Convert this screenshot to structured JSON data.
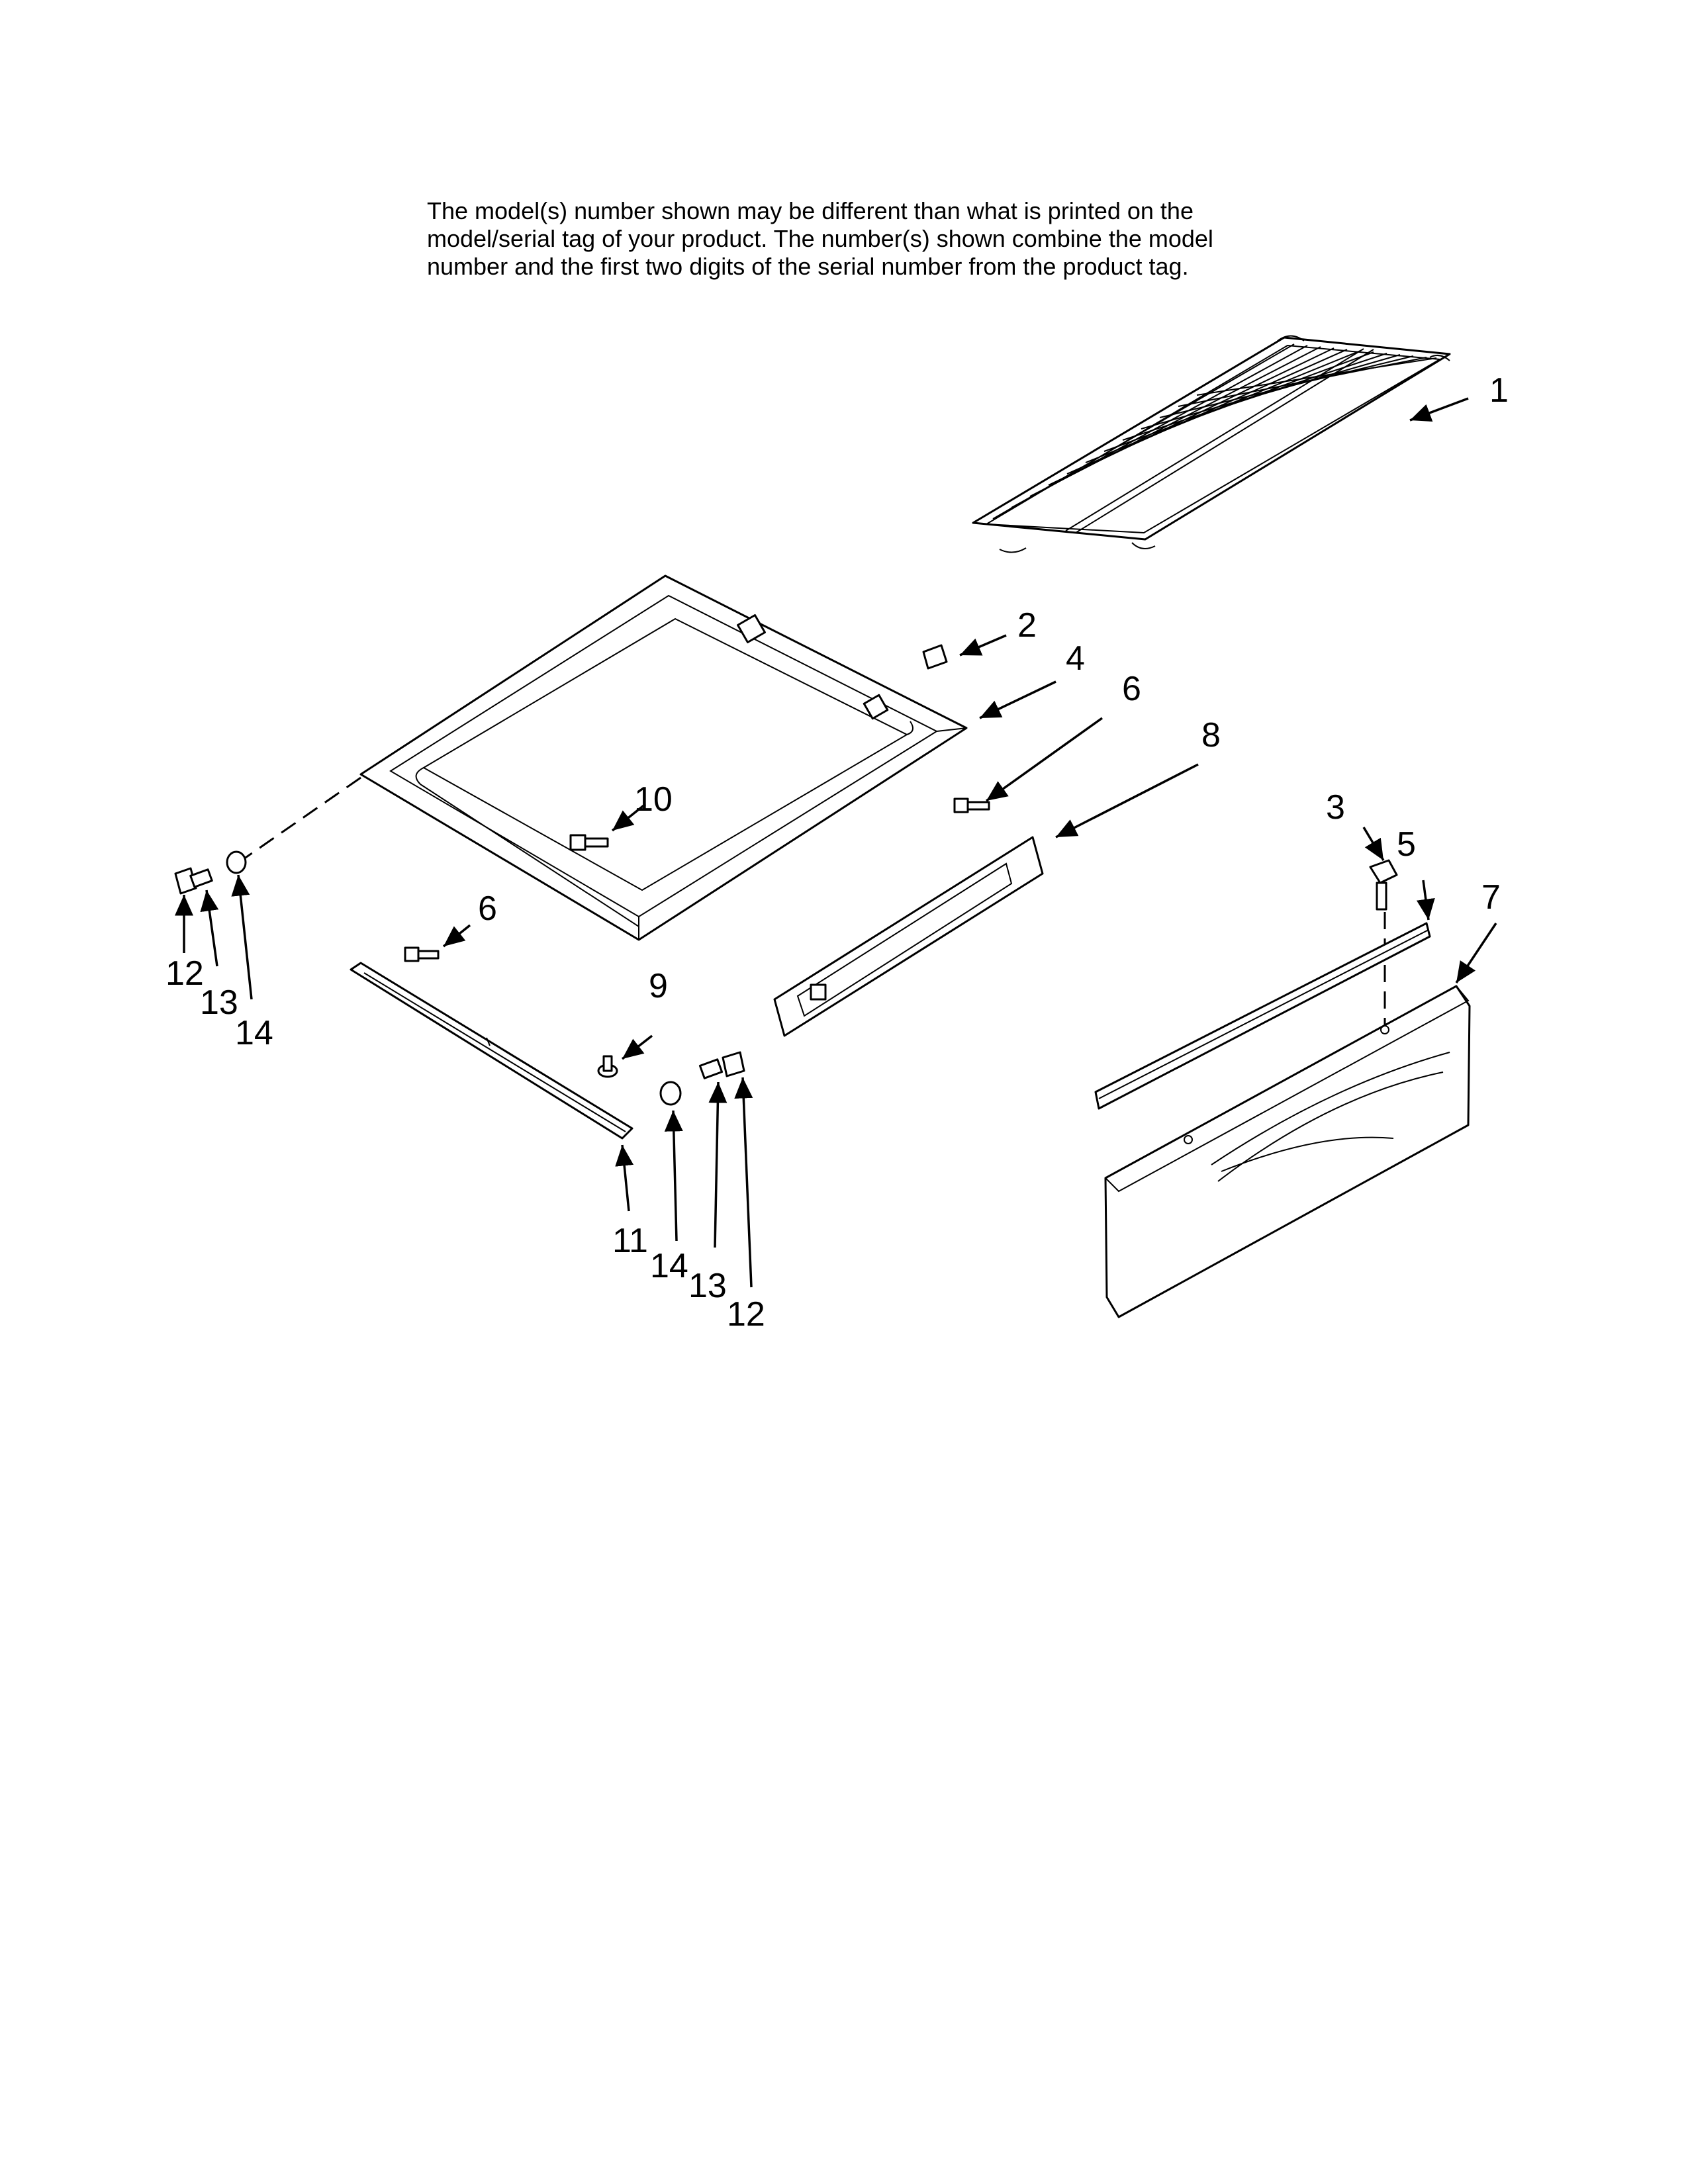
{
  "disclaimer": {
    "lines": [
      "The model(s) number shown may be different than what is printed on the",
      "model/serial tag of your product. The number(s) shown combine the model",
      "number and the first two digits of the serial number from the product tag."
    ]
  },
  "callouts": {
    "c1": "1",
    "c2": "2",
    "c3": "3",
    "c4": "4",
    "c5": "5",
    "c6a": "6",
    "c6b": "6",
    "c7": "7",
    "c8": "8",
    "c9": "9",
    "c10": "10",
    "c11": "11",
    "c12a": "12",
    "c12b": "12",
    "c13a": "13",
    "c13b": "13",
    "c14a": "14",
    "c14b": "14"
  }
}
